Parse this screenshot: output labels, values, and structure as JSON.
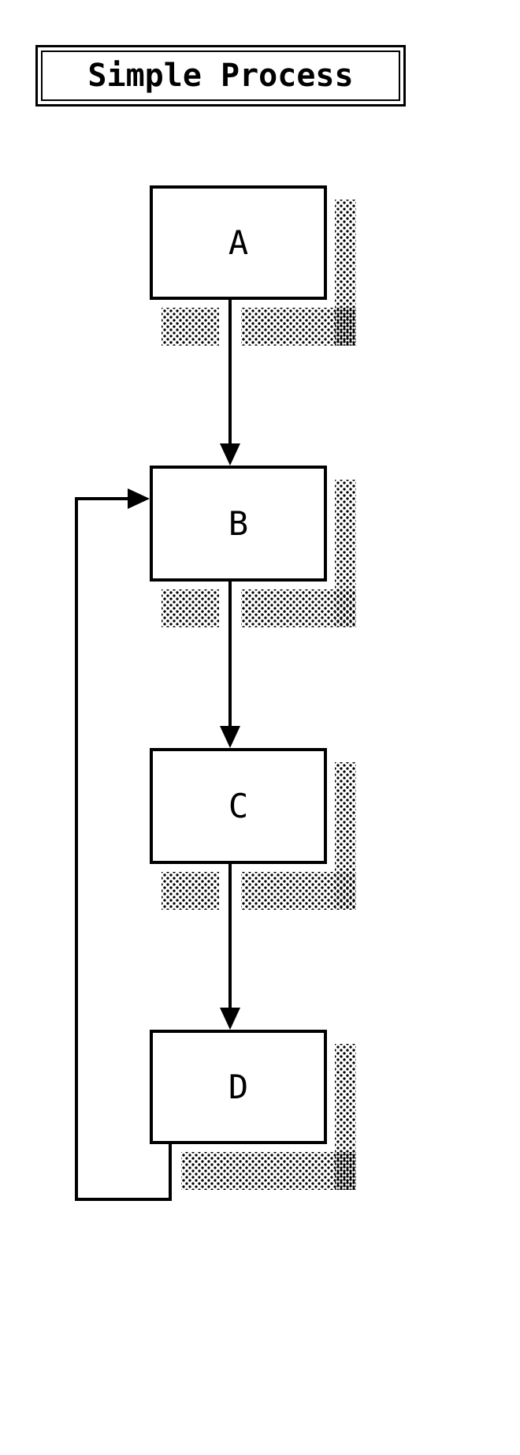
{
  "title": {
    "text": "Simple Process"
  },
  "diagram": {
    "nodes": [
      {
        "id": "A",
        "label": "A"
      },
      {
        "id": "B",
        "label": "B"
      },
      {
        "id": "C",
        "label": "C"
      },
      {
        "id": "D",
        "label": "D"
      }
    ],
    "edges": [
      {
        "from": "A",
        "to": "B",
        "direction": "down"
      },
      {
        "from": "B",
        "to": "C",
        "direction": "down"
      },
      {
        "from": "C",
        "to": "D",
        "direction": "down"
      },
      {
        "from": "D",
        "to": "B",
        "direction": "loop-left-up"
      }
    ]
  },
  "colors": {
    "ink": "#000000",
    "background": "#ffffff"
  }
}
